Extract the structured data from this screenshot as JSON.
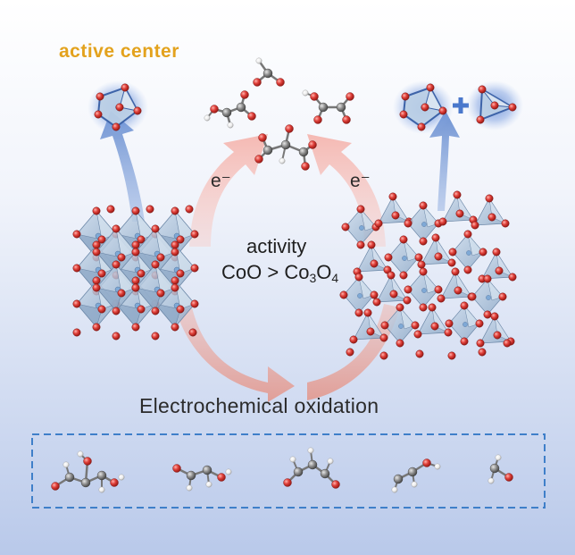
{
  "labels": {
    "active_center": "active center",
    "electron_left": "e⁻",
    "electron_right": "e⁻",
    "activity_title": "activity",
    "activity_formula": {
      "lhs": "CoO",
      "op": ">",
      "rhs_base_1": "Co",
      "rhs_sub_1": "3",
      "rhs_base_2": "O",
      "rhs_sub_2": "4"
    },
    "process": "Electrochemical oxidation"
  },
  "colors": {
    "active_center_text": "#e3a21d",
    "oxygen_atom": "#d8322f",
    "carbon_atom": "#8c8c8c",
    "hydrogen_atom": "#f2f2f2",
    "polyhedron": "#a9c3dc",
    "glow": "#4a78cc",
    "cycle_arrow": "#f5c6c2",
    "lower_cycle_arrow": "#e8a39a",
    "up_arrow": "#7d9fd6",
    "dashed_box": "#3f7fc9",
    "background_bottom": "#b9c9ea"
  },
  "icons": {
    "left_crystal": "rock-salt-octahedra-icon",
    "right_crystal": "spinel-polyhedra-icon",
    "left_active_site": "octahedral-site-icon",
    "right_active_site_1": "octahedral-site-icon",
    "right_active_site_2": "tetrahedral-site-icon",
    "plus_sign": "plus-icon"
  }
}
